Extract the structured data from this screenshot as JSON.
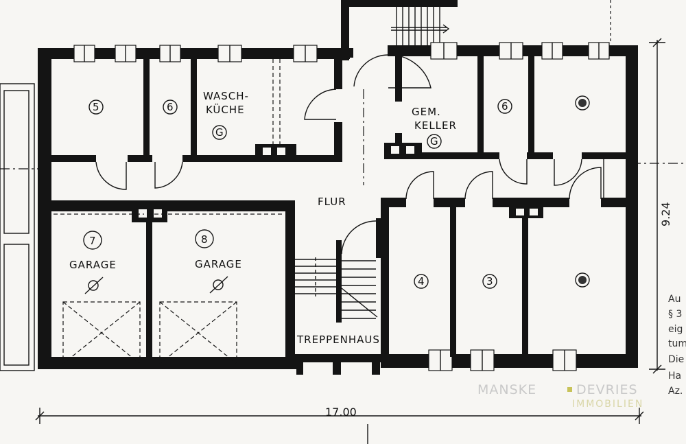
{
  "rooms": {
    "storage_5": {
      "number": "5"
    },
    "storage_6_left": {
      "number": "6"
    },
    "wash_kitchen": {
      "label_line1": "WASCH-",
      "label_line2": "KÜCHE",
      "number": "G"
    },
    "shared_cellar": {
      "label_line1": "GEM.",
      "label_line2": "KELLER",
      "number": "G"
    },
    "storage_6_right": {
      "number": "6"
    },
    "hallway": {
      "label": "FLUR"
    },
    "garage_7": {
      "number": "7",
      "label": "GARAGE"
    },
    "garage_8": {
      "number": "8",
      "label": "GARAGE"
    },
    "stairwell": {
      "label": "TREPPENHAUS"
    },
    "storage_4": {
      "number": "4"
    },
    "storage_3": {
      "number": "3"
    }
  },
  "dimensions": {
    "width": "17.00",
    "depth": "9.24"
  },
  "side_notes": [
    "Au",
    "§ 3",
    "eig",
    "tum",
    "Die",
    "Ha",
    "Az."
  ],
  "watermark": {
    "line1": "MANSKE",
    "line2": "DEVRIES",
    "subtitle": "IMMOBILIEN",
    "accent_color": "#c8c35a"
  }
}
